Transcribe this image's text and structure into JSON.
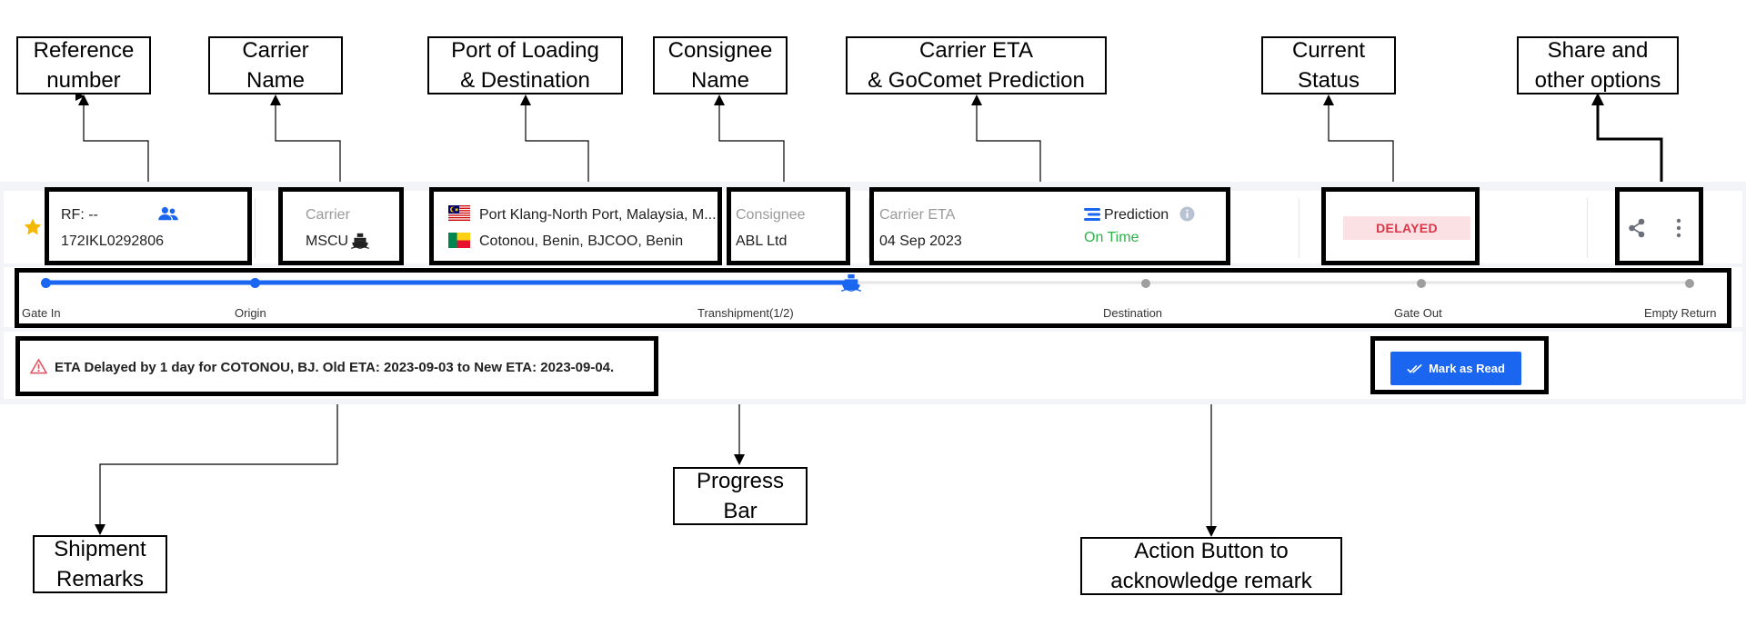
{
  "annotations": {
    "reference": "Reference\nnumber",
    "carrier": "Carrier\nName",
    "ports": "Port of Loading\n& Destination",
    "consignee": "Consignee\nName",
    "eta": "Carrier ETA\n& GoComet Prediction",
    "status": "Current\nStatus",
    "share": "Share and\nother options",
    "remarks": "Shipment\nRemarks",
    "progress": "Progress\nBar",
    "action": "Action Button to\nacknowledge remark"
  },
  "shipment": {
    "reference_label": "RF: --",
    "reference_number": "172IKL0292806",
    "carrier_label": "Carrier",
    "carrier_value": "MSCU",
    "port_of_loading": "Port Klang-North Port, Malaysia, M...",
    "port_of_destination": "Cotonou, Benin, BJCOO, Benin",
    "consignee_label": "Consignee",
    "consignee_value": "ABL Ltd",
    "eta_label": "Carrier ETA",
    "eta_value": "04 Sep 2023",
    "prediction_label": "Prediction",
    "prediction_value": "On Time",
    "status": "DELAYED",
    "colors": {
      "accent": "#1a66f0",
      "delayed_bg": "#fbe1e3",
      "delayed_text": "#d9364a",
      "on_time": "#2db34a",
      "star": "#f5b800"
    }
  },
  "progress": {
    "milestones": [
      "Gate In",
      "Origin",
      "Transhipment(1/2)",
      "Destination",
      "Gate Out",
      "Empty Return"
    ],
    "current_index": 2
  },
  "remark": {
    "text": "ETA Delayed by 1 day for COTONOU, BJ. Old ETA: 2023-09-03 to New ETA: 2023-09-04.",
    "action_label": "Mark as Read"
  },
  "icons": [
    "star-icon",
    "users-icon",
    "ship-icon",
    "flag-malaysia-icon",
    "flag-benin-icon",
    "prediction-icon",
    "info-icon",
    "share-icon",
    "more-vertical-icon",
    "warning-icon",
    "double-check-icon"
  ]
}
